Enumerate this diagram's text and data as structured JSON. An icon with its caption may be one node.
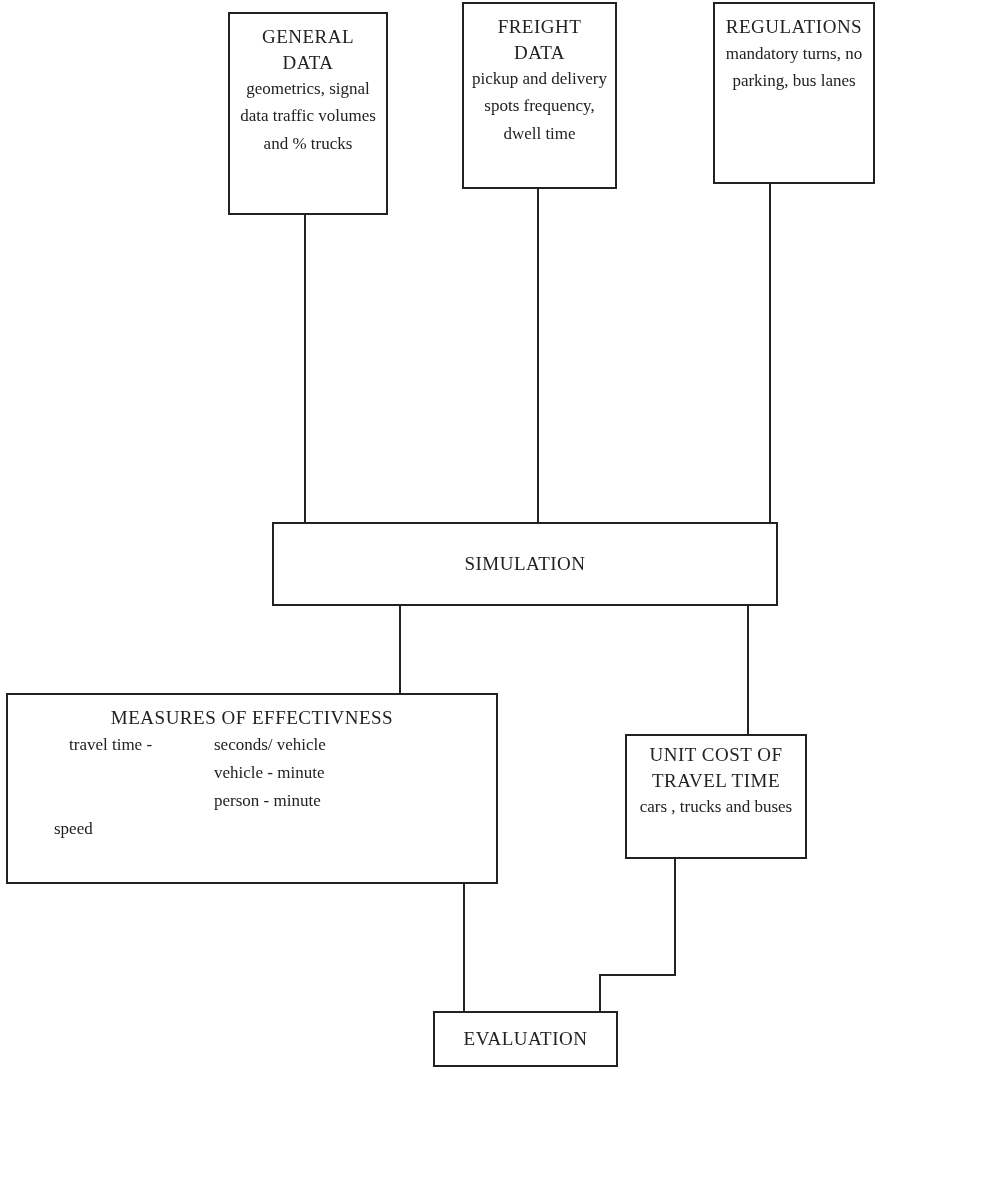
{
  "diagram": {
    "nodes": [
      {
        "text": [
          "GENERAL DATA",
          "geometrics, signal data traffic volumes and % trucks"
        ]
      },
      {
        "text": [
          "FREIGHT DATA",
          "pickup and delivery spots frequency, dwell time"
        ]
      },
      {
        "text": [
          "REGULATIONS",
          "mandatory turns, no parking, bus lanes"
        ]
      },
      {
        "text": [
          "SIMULATION"
        ]
      },
      {
        "text": [
          "MEASURES OF EFFECTIVNESS",
          "travel time -",
          "seconds/ vehicle",
          "vehicle - minute",
          "person - minute",
          "speed"
        ]
      },
      {
        "text": [
          "UNIT COST OF TRAVEL TIME",
          "cars , trucks and buses"
        ]
      },
      {
        "text": [
          "EVALUATION"
        ]
      }
    ],
    "edges": [
      {
        "from": 0,
        "to": 3,
        "arrow": "none"
      },
      {
        "from": 1,
        "to": 3,
        "arrow": "none"
      },
      {
        "from": 2,
        "to": 3,
        "arrow": "none"
      },
      {
        "from": 3,
        "to": 4,
        "arrow": "none"
      },
      {
        "from": 3,
        "to": 5,
        "arrow": "none"
      },
      {
        "from": 4,
        "to": 6,
        "arrow": "none"
      },
      {
        "from": 5,
        "to": 6,
        "arrow": "none"
      }
    ]
  }
}
